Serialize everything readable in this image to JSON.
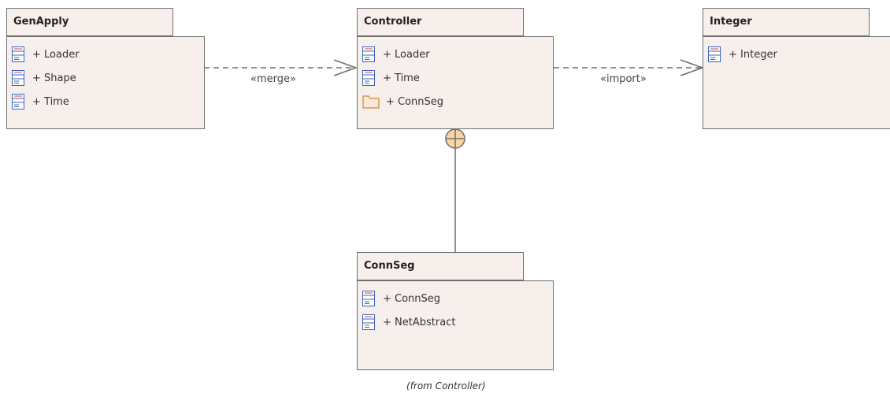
{
  "packages": [
    {
      "name": "GenApply",
      "members": [
        {
          "label": "+ Loader",
          "icon": "class-icon"
        },
        {
          "label": "+ Shape",
          "icon": "class-icon"
        },
        {
          "label": "+ Time",
          "icon": "class-icon"
        }
      ]
    },
    {
      "name": "Controller",
      "members": [
        {
          "label": "+ Loader",
          "icon": "class-icon"
        },
        {
          "label": "+ Time",
          "icon": "class-icon"
        },
        {
          "label": "+ ConnSeg",
          "icon": "package-icon"
        }
      ]
    },
    {
      "name": "Integer",
      "members": [
        {
          "label": "+ Integer",
          "icon": "class-icon"
        }
      ]
    },
    {
      "name": "ConnSeg",
      "members": [
        {
          "label": "+ ConnSeg",
          "icon": "class-icon"
        },
        {
          "label": "+ NetAbstract",
          "icon": "class-icon"
        }
      ],
      "note": "(from Controller)"
    }
  ],
  "connectors": {
    "merge": "«merge»",
    "import": "«import»"
  },
  "colors": {
    "package_fill": "#f7efec",
    "border": "#6e6e6e",
    "class_icon": "#3a64b8",
    "package_icon": "#c98a3a",
    "nesting_circle": "#f6d6a3"
  }
}
